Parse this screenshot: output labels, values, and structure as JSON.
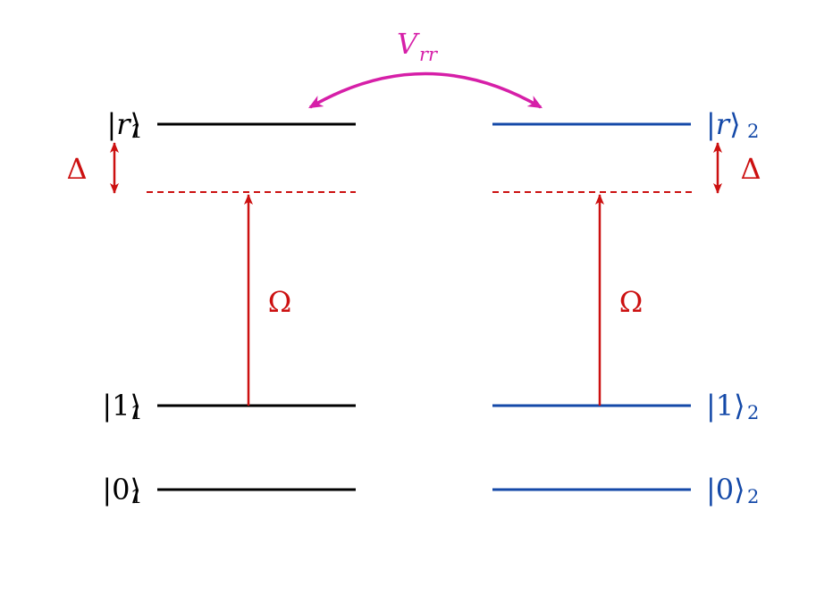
{
  "atom1": {
    "color": "#000000",
    "subscript": "1",
    "levels": [
      {
        "name": "r",
        "label": "r",
        "italic": true
      },
      {
        "name": "one",
        "label": "1",
        "italic": false
      },
      {
        "name": "zero",
        "label": "0",
        "italic": false
      }
    ]
  },
  "atom2": {
    "color": "#1449a8",
    "subscript": "2",
    "levels": [
      {
        "name": "r",
        "label": "r",
        "italic": true
      },
      {
        "name": "one",
        "label": "1",
        "italic": false
      },
      {
        "name": "zero",
        "label": "0",
        "italic": false
      }
    ]
  },
  "detuning": {
    "label": "Δ",
    "color": "#cc1010"
  },
  "rabi": {
    "label": "Ω",
    "color": "#cc1010"
  },
  "interaction": {
    "label": "V",
    "subscript": "rr",
    "color": "#d61fa8"
  }
}
